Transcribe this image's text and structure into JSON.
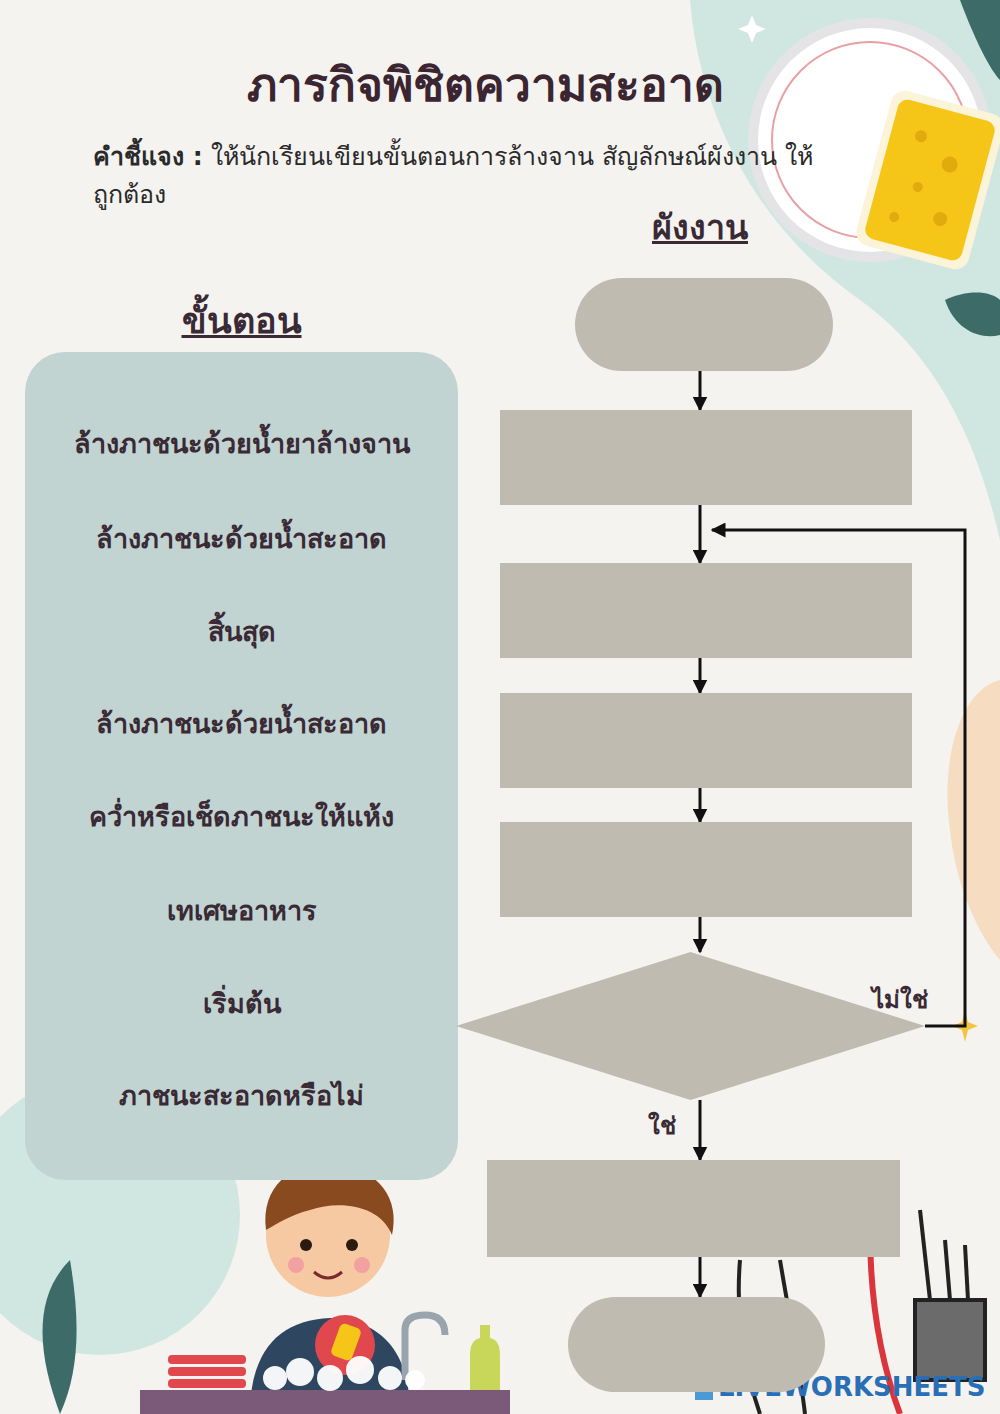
{
  "diagram": {
    "title": "ภารกิจพิชิตความสะอาด",
    "nodes": [
      {
        "text": [
          "ขั้นตอน",
          "ล้างภาชนะด้วยน้ำยาล้างจาน",
          "ล้างภาชนะด้วยน้ำสะอาด",
          "สิ้นสุด",
          "ล้างภาชนะด้วยน้ำสะอาด",
          "คว่ำหรือเช็ดภาชนะให้แห้ง",
          "เทเศษอาหาร",
          "เริ่มต้น",
          "ภาชนะสะอาดหรือไม่"
        ]
      },
      {
        "text": []
      },
      {
        "text": []
      },
      {
        "text": []
      },
      {
        "text": []
      },
      {
        "text": []
      },
      {
        "text": []
      },
      {
        "text": []
      },
      {
        "text": []
      }
    ],
    "edges": [
      {
        "from": 1,
        "to": 2,
        "arrow": "to"
      },
      {
        "from": 2,
        "to": 3,
        "arrow": "to"
      },
      {
        "from": 3,
        "to": 4,
        "arrow": "to"
      },
      {
        "from": 4,
        "to": 5,
        "arrow": "to"
      },
      {
        "from": 5,
        "to": 6,
        "arrow": "to"
      },
      {
        "from": 6,
        "to": 7,
        "label": "ใช่",
        "arrow": "to"
      },
      {
        "from": 6,
        "to": 3,
        "label": "ไม่ใช่",
        "arrow": "to"
      },
      {
        "from": 7,
        "to": 8,
        "arrow": "to"
      }
    ],
    "labels": [
      "คำชี้แจง :",
      "ให้นักเรียนเขียนขั้นตอนการล้างจาน สัญลักษณ์ผังงาน ให้ถูกต้อง",
      "ผังงาน",
      "LIVEWORKSHEETS"
    ]
  }
}
